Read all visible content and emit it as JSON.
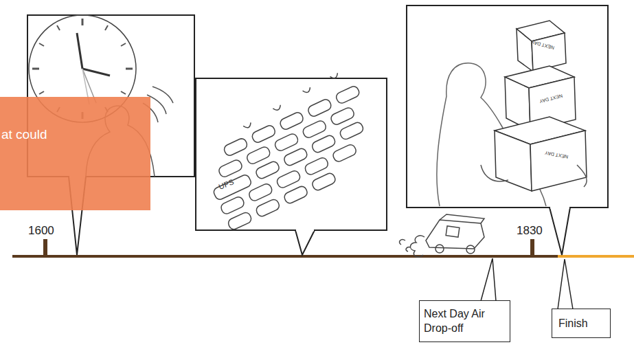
{
  "diagram": {
    "nodes": [
      {
        "text": [
          "at could"
        ]
      },
      {
        "text": [
          "Next Day Air Drop-off"
        ]
      },
      {
        "text": [
          "Finish"
        ]
      }
    ],
    "labels": [
      "1600",
      "1830",
      "UPS",
      "NEXT DAY",
      "NEXT DAY",
      "NEXT DAY"
    ]
  }
}
